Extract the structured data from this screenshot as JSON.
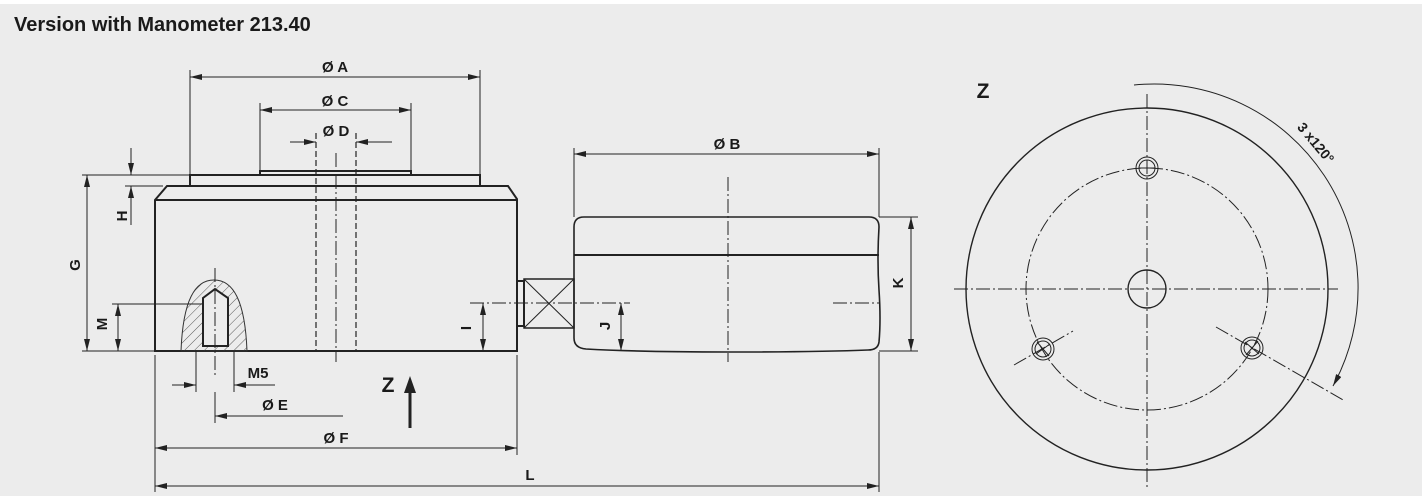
{
  "title": "Version with Manometer 213.40",
  "labels": {
    "A": "Ø A",
    "B": "Ø B",
    "C": "Ø C",
    "D": "Ø D",
    "E": "Ø E",
    "F": "Ø F",
    "G": "G",
    "H": "H",
    "I": "I",
    "J": "J",
    "K": "K",
    "L": "L",
    "M": "M",
    "thread": "M5",
    "view_arrow": "Z",
    "view_title": "Z",
    "angle": "3 x120°"
  },
  "colors": {
    "line": "#222222",
    "background": "#ececec"
  }
}
